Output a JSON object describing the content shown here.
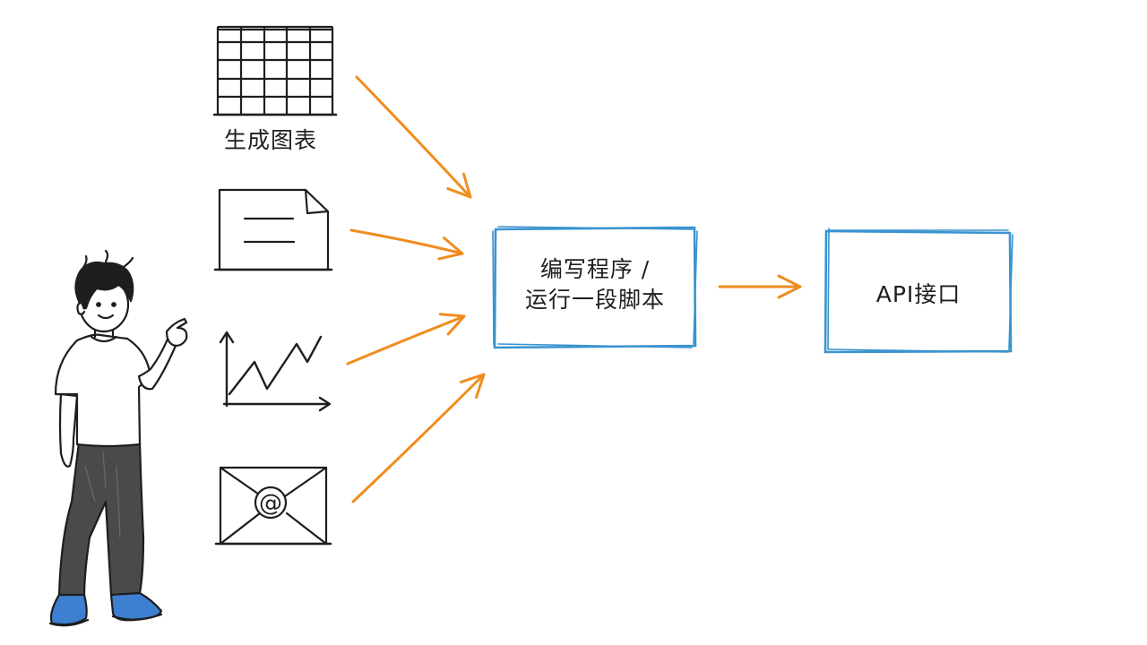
{
  "diagram": {
    "inputs": [
      {
        "icon": "table-grid-icon",
        "caption": "生成图表"
      },
      {
        "icon": "document-icon"
      },
      {
        "icon": "line-chart-icon"
      },
      {
        "icon": "email-envelope-icon"
      }
    ],
    "process_box": {
      "line1": "编写程序 /",
      "line2": "运行一段脚本"
    },
    "output_box": {
      "label": "API接口"
    },
    "colors": {
      "arrow": "#f08c1e",
      "box_border": "#3a93cf",
      "ink": "#1e1e1e",
      "shirt": "#ffffff",
      "pants": "#4a4a4a",
      "shoes": "#3d7fd0"
    }
  }
}
